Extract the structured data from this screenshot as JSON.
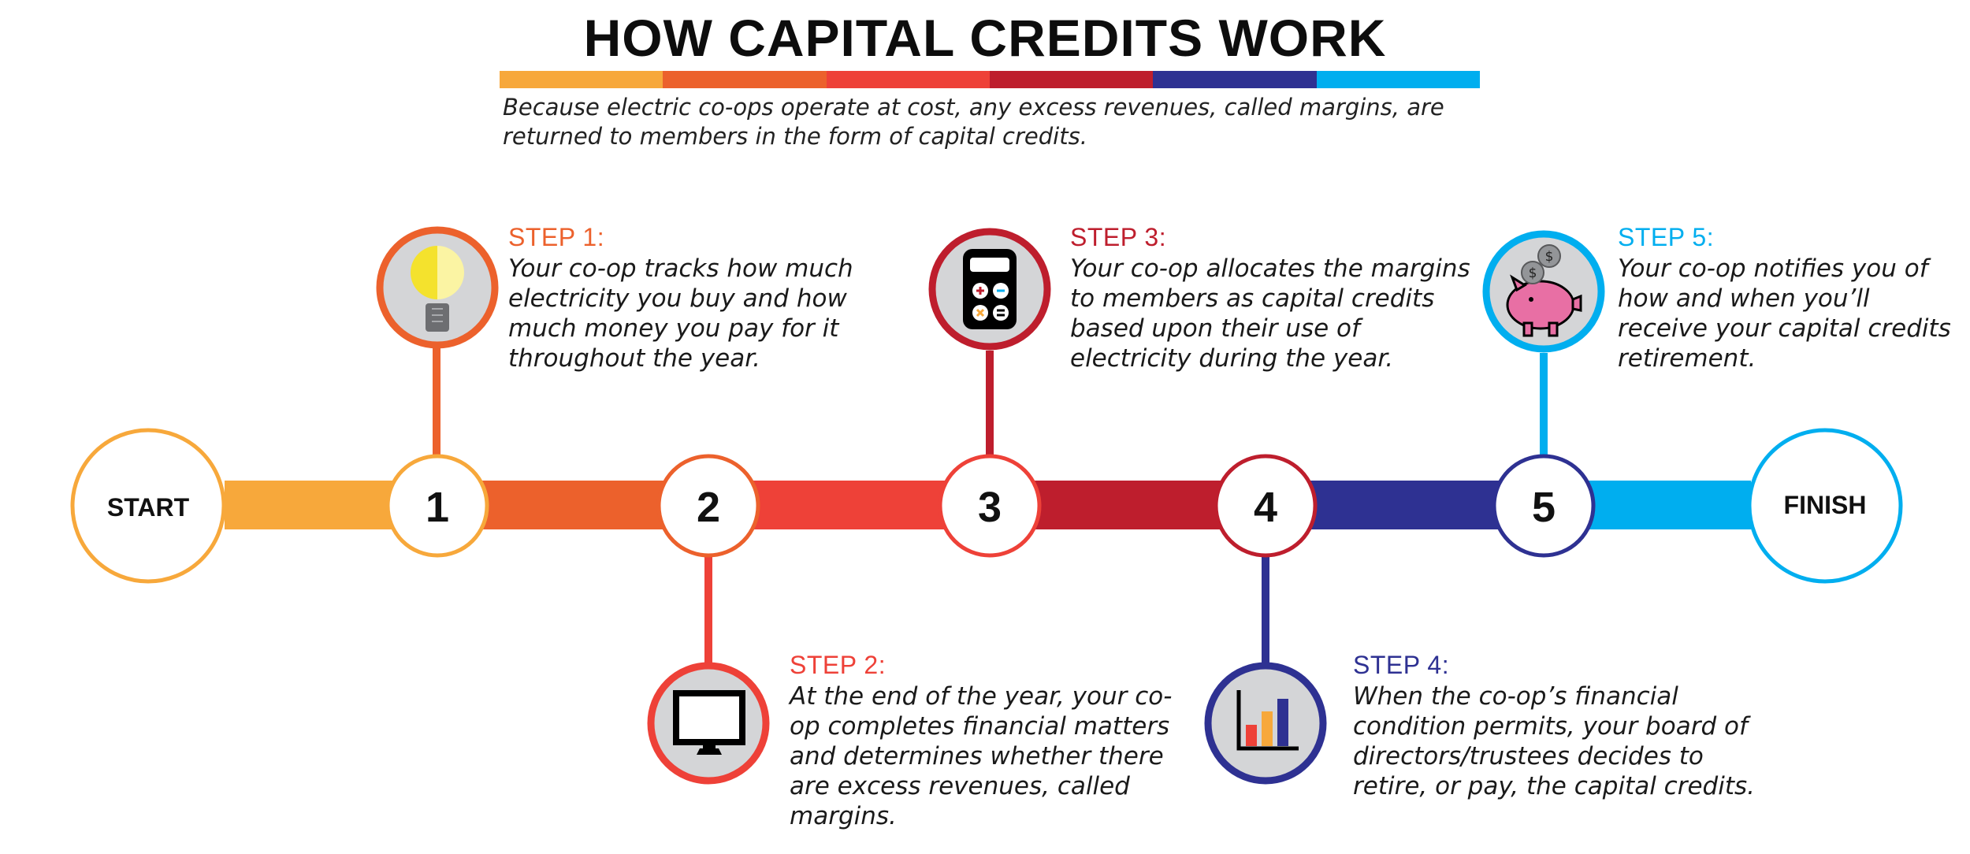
{
  "header": {
    "title": "HOW CAPITAL CREDITS WORK",
    "subtitle": "Because electric co-ops operate at cost, any excess revenues, called margins, are returned to members in the form of capital credits."
  },
  "colors": {
    "orange": "#f7a83b",
    "dark_orange": "#ec612c",
    "red": "#ee4138",
    "crimson": "#be1e2d",
    "navy": "#2e3192",
    "sky": "#00aeef",
    "icon_bg": "#d4d5d7"
  },
  "timeline": {
    "start_label": "START",
    "finish_label": "FINISH",
    "nodes": [
      "1",
      "2",
      "3",
      "4",
      "5"
    ]
  },
  "steps": [
    {
      "title": "STEP 1:",
      "text": "Your co-op tracks how much electricity you buy and how much money you pay for it throughout the year.",
      "icon": "lightbulb-icon"
    },
    {
      "title": "STEP 2:",
      "text": "At the end of the year, your co-op completes financial matters and determines whether there are excess revenues, called margins.",
      "icon": "monitor-icon"
    },
    {
      "title": "STEP 3:",
      "text": "Your co-op allocates the margins to members as capital credits based upon their use of electricity during the year.",
      "icon": "calculator-icon"
    },
    {
      "title": "STEP 4:",
      "text": "When the co-op’s financial condition permits, your board of directors/trustees decides to retire, or pay, the capital credits.",
      "icon": "bar-chart-icon"
    },
    {
      "title": "STEP 5:",
      "text": "Your co-op notifies you of how and when you’ll receive your capital credits retirement.",
      "icon": "piggy-bank-icon"
    }
  ]
}
